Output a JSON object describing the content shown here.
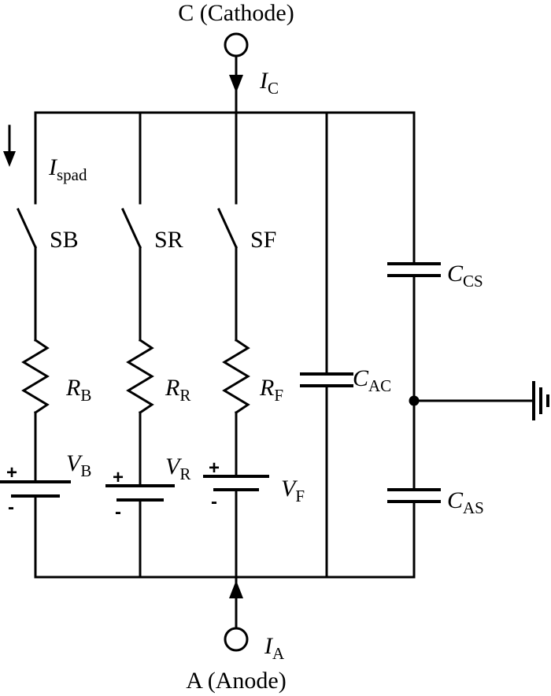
{
  "terminals": {
    "cathode": "C (Cathode)",
    "anode": "A (Anode)"
  },
  "currents": {
    "cathode": {
      "sym": "I",
      "sub": "C"
    },
    "anode": {
      "sym": "I",
      "sub": "A"
    },
    "spad": {
      "sym": "I",
      "sub": "spad"
    }
  },
  "switches": {
    "sb": "SB",
    "sr": "SR",
    "sf": "SF"
  },
  "resistors": {
    "rb": {
      "sym": "R",
      "sub": "B"
    },
    "rr": {
      "sym": "R",
      "sub": "R"
    },
    "rf": {
      "sym": "R",
      "sub": "F"
    }
  },
  "sources": {
    "vb": {
      "sym": "V",
      "sub": "B"
    },
    "vr": {
      "sym": "V",
      "sub": "R"
    },
    "vf": {
      "sym": "V",
      "sub": "F"
    },
    "plus": "+",
    "minus": "-"
  },
  "capacitors": {
    "cac": {
      "sym": "C",
      "sub": "AC"
    },
    "ccs": {
      "sym": "C",
      "sub": "CS"
    },
    "cas": {
      "sym": "C",
      "sub": "AS"
    }
  }
}
